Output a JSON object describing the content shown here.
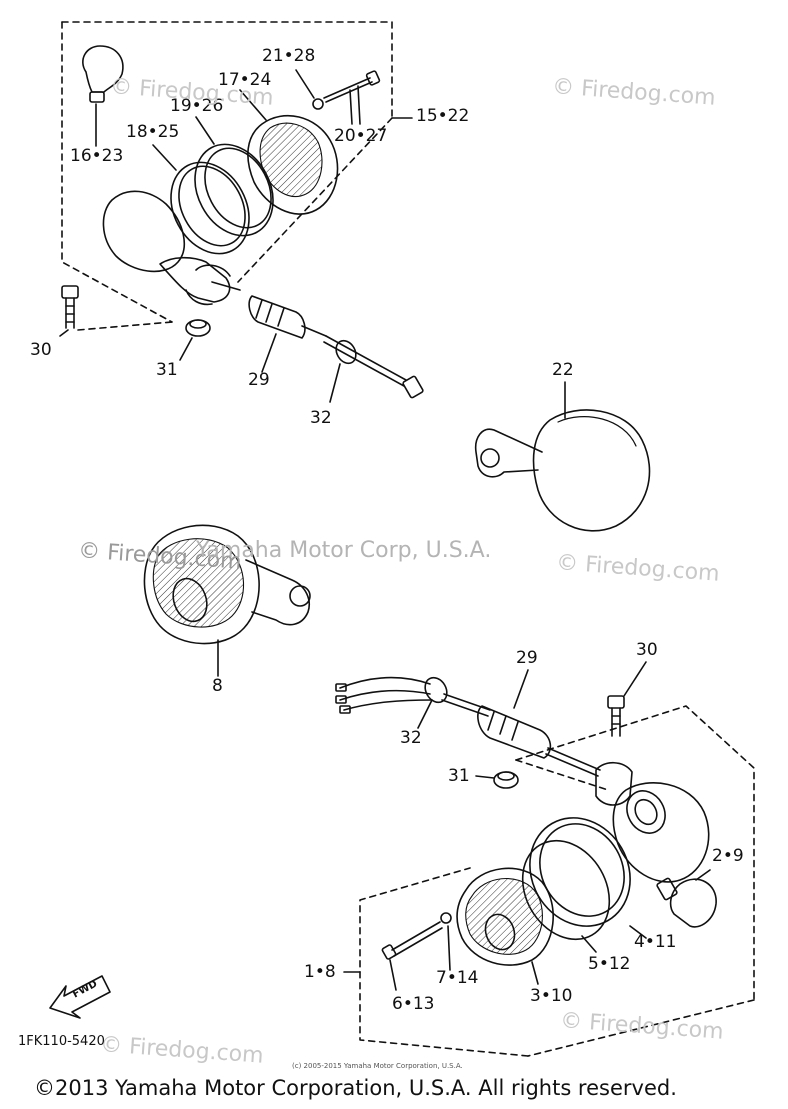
{
  "callouts": {
    "c_21_28": "21•28",
    "c_17_24": "17•24",
    "c_19_26": "19•26",
    "c_18_25": "18•25",
    "c_16_23": "16•23",
    "c_20_27": "20•27",
    "c_15_22": "15•22",
    "c_30_top": "30",
    "c_31_top": "31",
    "c_29_top": "29",
    "c_32_top": "32",
    "c_22": "22",
    "c_8": "8",
    "c_29_bot": "29",
    "c_30_bot": "30",
    "c_32_bot": "32",
    "c_31_bot": "31",
    "c_2_9": "2•9",
    "c_4_11": "4•11",
    "c_1_8": "1•8",
    "c_5_12": "5•12",
    "c_7_14": "7•14",
    "c_3_10": "3•10",
    "c_6_13": "6•13"
  },
  "fwd_label": "FWD",
  "part_number": "1FK110-5420",
  "watermarks": {
    "firedog": "© Firedog.com",
    "yamaha": "Yamaha Motor Corp, U.S.A."
  },
  "small_copyright": "(c) 2005-2015 Yamaha Motor Corporation, U.S.A.",
  "footer": "©2013 Yamaha Motor Corporation, U.S.A. All rights reserved."
}
